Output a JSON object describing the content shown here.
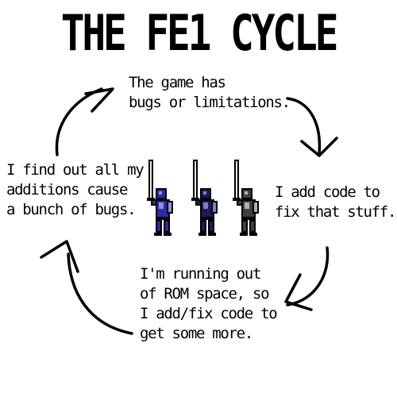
{
  "title": "THE FE1 CYCLE",
  "steps": [
    {
      "lines": [
        "The game has",
        "bugs or limitations."
      ]
    },
    {
      "lines": [
        "I add code to",
        "fix that stuff."
      ]
    },
    {
      "lines": [
        "I'm running out",
        "of ROM space, so",
        "I add/fix code to",
        "get some more."
      ]
    },
    {
      "lines": [
        "I find out all my",
        "additions cause",
        "a bunch of bugs."
      ]
    }
  ],
  "figures": [
    {
      "name": "knight-sprite-blue",
      "color": "#2b2ba8",
      "accent": "#9090e0"
    },
    {
      "name": "knight-sprite-navy",
      "color": "#1c1c5a",
      "accent": "#8080c0"
    },
    {
      "name": "knight-sprite-grey",
      "color": "#404040",
      "accent": "#b0b0b0"
    }
  ],
  "colors": {
    "ink": "#000000",
    "background": "#ffffff"
  }
}
